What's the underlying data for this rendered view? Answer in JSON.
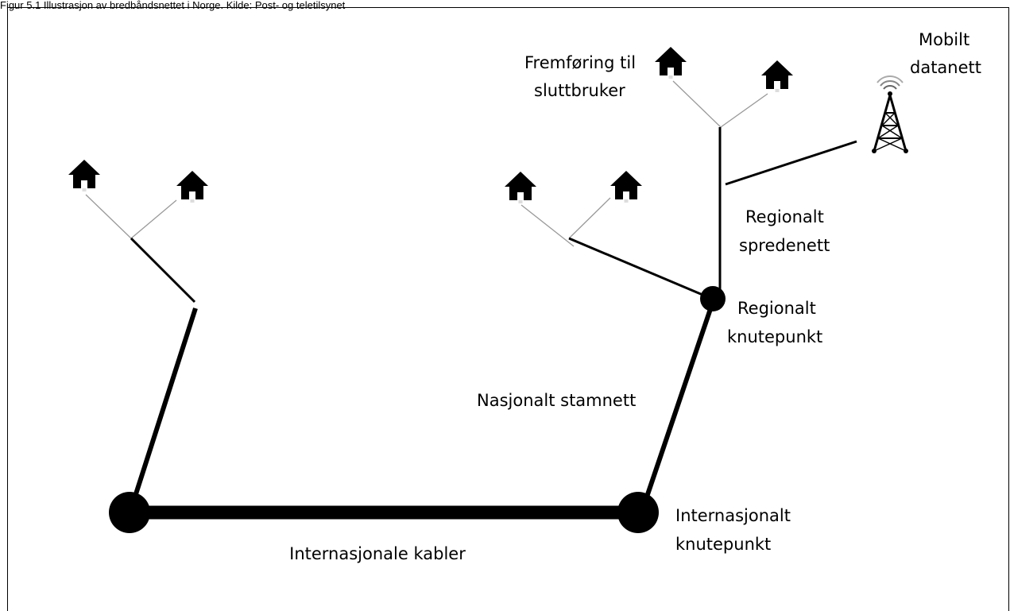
{
  "caption": "Figur 5.1 Illustrasjon av bredbåndsnettet i Norge. Kilde: Post- og teletilsynet",
  "labels": {
    "internasjonale_kabler": "Internasjonale kabler",
    "internasjonalt_knutepunkt_1": "Internasjonalt",
    "internasjonalt_knutepunkt_2": "knutepunkt",
    "nasjonalt_stamnett": "Nasjonalt stamnett",
    "regionalt_knutepunkt_1": "Regionalt",
    "regionalt_knutepunkt_2": "knutepunkt",
    "regionalt_spredenett_1": "Regionalt",
    "regionalt_spredenett_2": "spredenett",
    "fremforing_1": "Fremføring til",
    "fremforing_2": "sluttbruker",
    "mobilt_1": "Mobilt",
    "mobilt_2": "datanett"
  },
  "icons": {
    "house": "house-icon",
    "tower": "cell-tower-icon"
  },
  "colors": {
    "line": "#000000",
    "thin_line": "#999999"
  }
}
